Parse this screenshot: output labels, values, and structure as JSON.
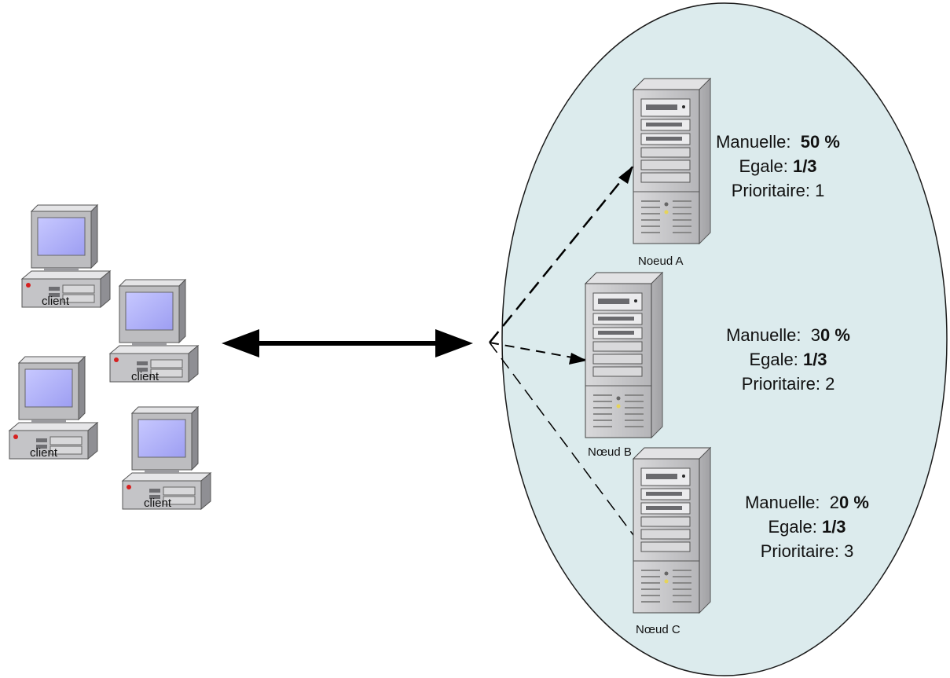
{
  "colors": {
    "cluster_fill": "#dcebed",
    "cluster_stroke": "#1a1a1a",
    "screen": "#b8b9ff",
    "server_body": "#c9c9cb",
    "server_side": "#9e9ea2"
  },
  "clients": [
    {
      "label": "client"
    },
    {
      "label": "client"
    },
    {
      "label": "client"
    },
    {
      "label": "client"
    }
  ],
  "nodes": [
    {
      "label": "Noeud A",
      "manual_label": "Manuelle:",
      "manual_strong": "50 %",
      "manual_prefix": "",
      "equal_label": "Egale:",
      "equal_value": "1/3",
      "priority_label": "Prioritaire:",
      "priority_value": "1"
    },
    {
      "label": "Nœud B",
      "manual_label": "Manuelle:",
      "manual_prefix": "3",
      "manual_strong": "0 %",
      "equal_label": "Egale:",
      "equal_value": "1/3",
      "priority_label": "Prioritaire:",
      "priority_value": "2"
    },
    {
      "label": "Nœud C",
      "manual_label": "Manuelle:",
      "manual_prefix": "2",
      "manual_strong": "0 %",
      "equal_label": "Egale:",
      "equal_value": "1/3",
      "priority_label": "Prioritaire:",
      "priority_value": "3"
    }
  ]
}
